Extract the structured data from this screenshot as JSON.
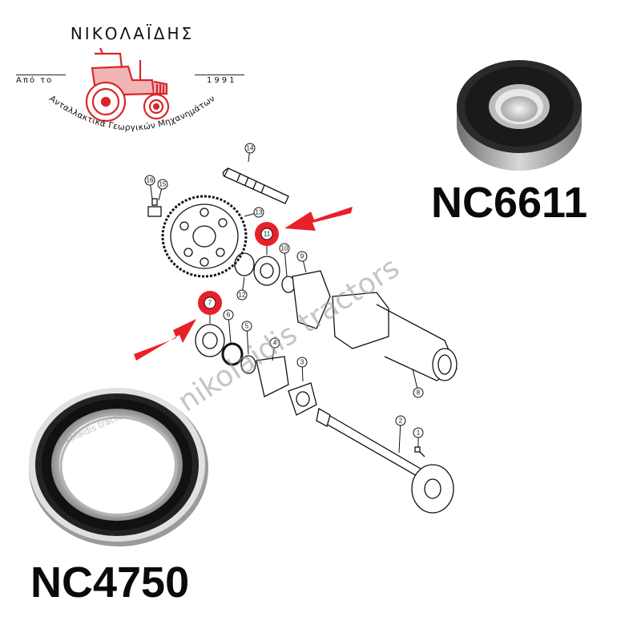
{
  "logo": {
    "brand_name": "ΝΙΚΟΛΑΪΔΗΣ",
    "since_label": "Από το",
    "since_year": "1991",
    "tagline": "Ανταλλακτικά Γεωργικών Μηχανημάτων",
    "accent_color": "#d9262b"
  },
  "parts": {
    "top_right_code": "NC6611",
    "bottom_left_code": "NC4750"
  },
  "watermark": {
    "main": "nikolaidis tractors",
    "small": "nikolaidis tractors"
  },
  "diagram": {
    "callouts": [
      "1",
      "2",
      "3",
      "4",
      "5",
      "6",
      "7",
      "8",
      "9",
      "10",
      "11",
      "12",
      "13",
      "14",
      "15",
      "16"
    ],
    "highlighted": [
      "7",
      "11"
    ],
    "highlight_color": "#e8202a"
  }
}
